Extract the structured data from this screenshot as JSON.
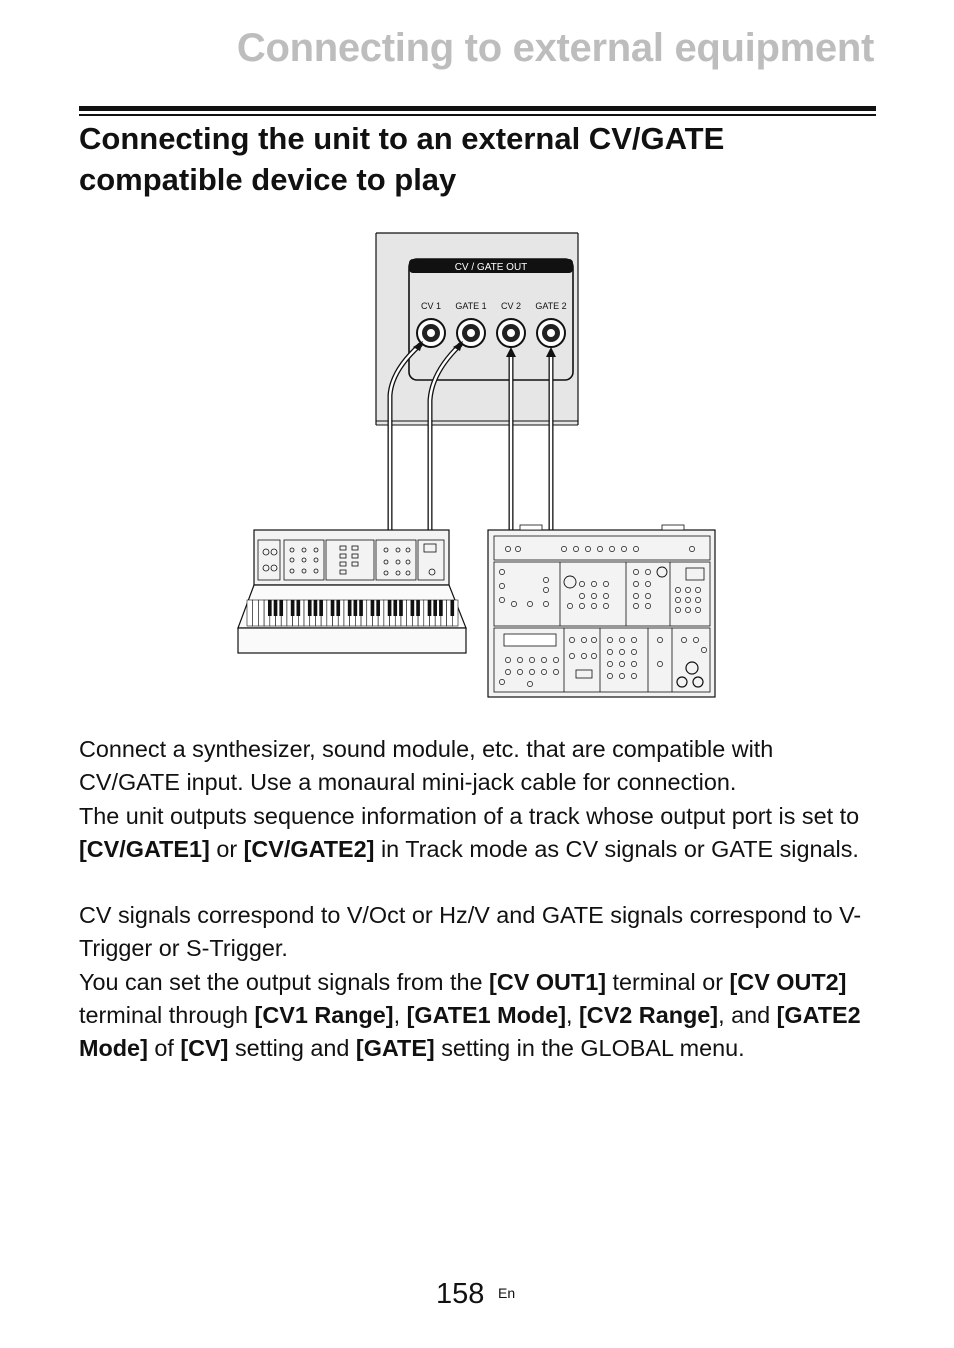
{
  "header": {
    "title": "Connecting to external equipment"
  },
  "section": {
    "heading": "Connecting the unit to an external CV/GATE compatible device to play"
  },
  "figure": {
    "panel_label": "CV / GATE OUT",
    "jack_labels": [
      "CV 1",
      "GATE 1",
      "CV 2",
      "GATE 2"
    ]
  },
  "body": {
    "p1_l1": "Connect a synthesizer, sound module, etc. that are compatible with CV/GATE input. Use a monaural mini-jack cable for connection.",
    "p2_a": "The unit outputs sequence information of a track whose output port is set to ",
    "p2_b": "[CV/GATE1]",
    "p2_c": " or ",
    "p2_d": "[CV/GATE2]",
    "p2_e": " in Track mode as CV signals or GATE signals.",
    "p3": "CV signals correspond to V/Oct or Hz/V and GATE signals correspond to V-Trigger or S-Trigger.",
    "p4_a": "You can set the output signals from the ",
    "p4_b": "[CV OUT1]",
    "p4_c": " terminal or ",
    "p4_d": "[CV OUT2]",
    "p4_e": " terminal through ",
    "p4_f": "[CV1 Range]",
    "p4_g": ", ",
    "p4_h": "[GATE1 Mode]",
    "p4_i": ", ",
    "p4_j": "[CV2 Range]",
    "p4_k": ", and ",
    "p4_l": "[GATE2 Mode]",
    "p4_m": " of ",
    "p4_n": "[CV]",
    "p4_o": " setting and ",
    "p4_p": "[GATE]",
    "p4_q": " setting in the GLOBAL menu."
  },
  "footer": {
    "page_number": "158",
    "language": "En"
  }
}
